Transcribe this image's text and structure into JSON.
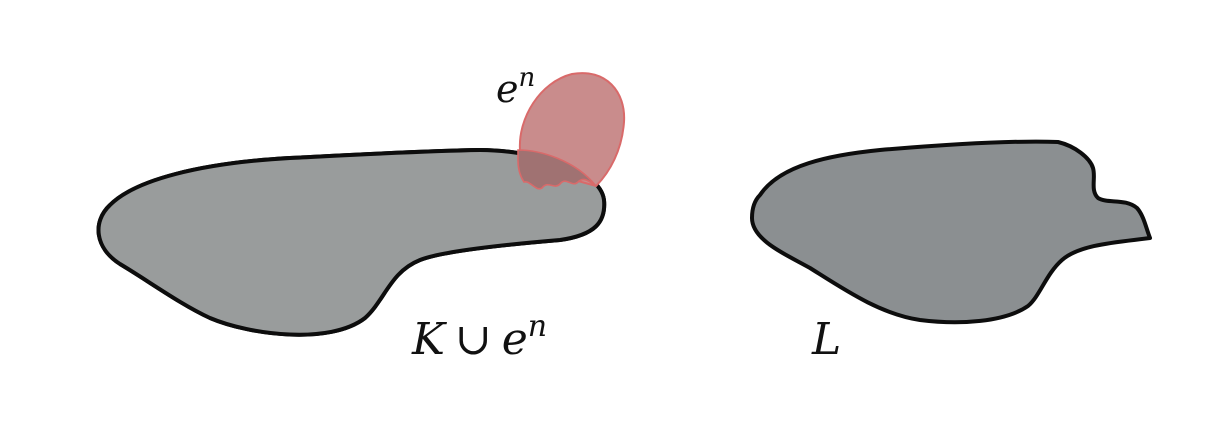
{
  "labels": {
    "cell_base": "e",
    "cell_exp": "n",
    "union_K": "K",
    "union_cup": "∪",
    "union_e": "e",
    "union_exp": "n",
    "space_L": "L"
  },
  "colors": {
    "outline": "#0d0d0d",
    "K_fill": "#999c9c",
    "attach_region_fill": "#c7c8ca",
    "cell_fill": "#c98c8c",
    "cell_stroke": "#d96a6a",
    "cell_overlap_fill": "#a07272",
    "L_fill": "#8b8f91"
  }
}
